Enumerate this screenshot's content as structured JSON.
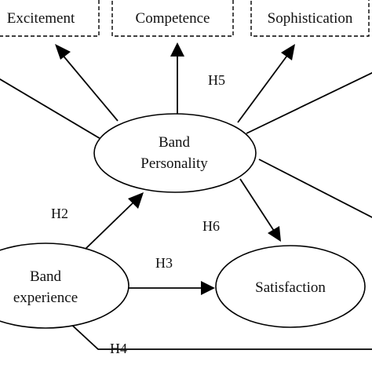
{
  "dimensions": [
    {
      "id": "excitement",
      "label": "Excitement"
    },
    {
      "id": "competence",
      "label": "Competence"
    },
    {
      "id": "sophistication",
      "label": "Sophistication"
    }
  ],
  "nodes": {
    "personality": {
      "line1": "Band",
      "line2": "Personality"
    },
    "experience": {
      "line1": "Band",
      "line2": "experience"
    },
    "satisfaction": {
      "label": "Satisfaction"
    }
  },
  "hypotheses": {
    "h2": "H2",
    "h3": "H3",
    "h4": "H4",
    "h5": "H5",
    "h6": "H6"
  }
}
